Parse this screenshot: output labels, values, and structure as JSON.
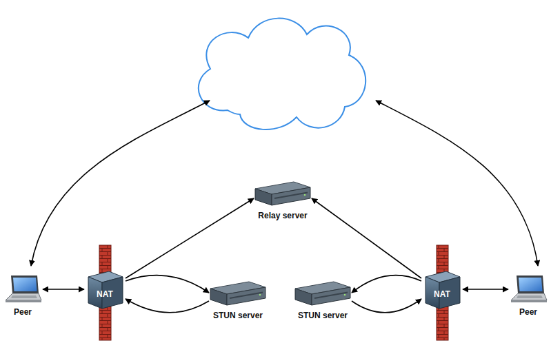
{
  "diagram": {
    "nodes": [
      {
        "text": [
          "Peer"
        ]
      },
      {
        "text": [
          "NAT"
        ]
      },
      {
        "text": [
          "STUN server"
        ]
      },
      {
        "text": [
          "Relay server"
        ]
      },
      {
        "text": [
          "STUN server"
        ]
      },
      {
        "text": [
          "NAT"
        ]
      },
      {
        "text": [
          "Peer"
        ]
      }
    ],
    "edges": [
      {
        "from": 0,
        "to": 1,
        "arrow": "both"
      },
      {
        "from": 1,
        "to": 3,
        "arrow": "to"
      },
      {
        "from": 1,
        "to": 2,
        "arrow": "to"
      },
      {
        "from": 2,
        "to": 1,
        "arrow": "to"
      },
      {
        "from": 5,
        "to": 3,
        "arrow": "to"
      },
      {
        "from": 5,
        "to": 4,
        "arrow": "to"
      },
      {
        "from": 4,
        "to": 5,
        "arrow": "to"
      },
      {
        "from": 5,
        "to": 6,
        "arrow": "both"
      }
    ]
  }
}
